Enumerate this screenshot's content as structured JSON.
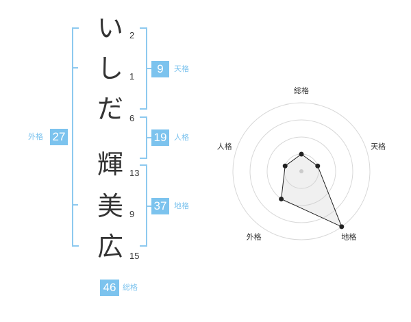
{
  "name_chars": [
    {
      "char": "い",
      "strokes": "2"
    },
    {
      "char": "し",
      "strokes": "1"
    },
    {
      "char": "だ",
      "strokes": "6"
    },
    {
      "char": "輝",
      "strokes": "13"
    },
    {
      "char": "美",
      "strokes": "9"
    },
    {
      "char": "広",
      "strokes": "15"
    }
  ],
  "fortunes": {
    "tenkaku": {
      "value": "9",
      "label": "天格"
    },
    "jinkaku": {
      "value": "19",
      "label": "人格"
    },
    "chikaku": {
      "value": "37",
      "label": "地格"
    },
    "gaikaku": {
      "value": "27",
      "label": "外格"
    },
    "soukaku": {
      "value": "46",
      "label": "総格"
    }
  },
  "accent_color": "#7cc3ee",
  "chart_data": {
    "type": "radar",
    "axes": [
      "総格",
      "天格",
      "地格",
      "外格",
      "人格"
    ],
    "values": [
      1,
      1,
      4,
      2,
      1
    ],
    "rmax": 4,
    "rings": [
      1,
      2,
      3,
      4
    ]
  }
}
